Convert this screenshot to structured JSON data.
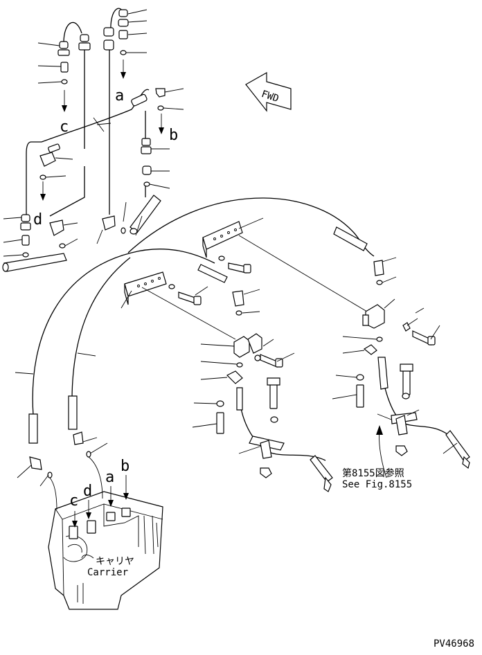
{
  "labels": {
    "a_top": "a",
    "b_top": "b",
    "c_top": "c",
    "d_top": "d",
    "a_carrier": "a",
    "b_carrier": "b",
    "c_carrier": "c",
    "d_carrier": "d",
    "fwd": "FWD",
    "carrier_jp": "キャリヤ",
    "carrier_en": "Carrier",
    "fig_ref_jp": "第8155図参照",
    "fig_ref_en": "See Fig.8155",
    "drawing_id": "PV46968"
  }
}
